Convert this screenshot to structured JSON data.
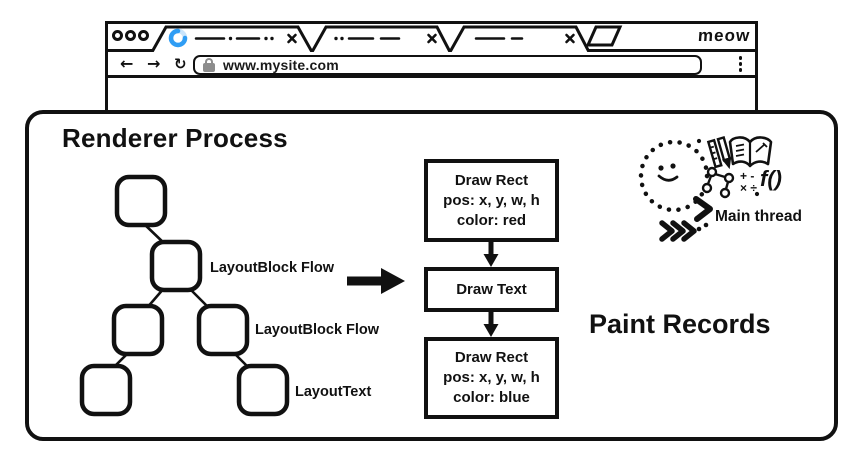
{
  "browser": {
    "meow": "meow",
    "url": "www.mysite.com",
    "icons": {
      "back": "←",
      "forward": "→",
      "reload": "↻"
    }
  },
  "renderer": {
    "title": "Renderer Process"
  },
  "layout_tree": {
    "labels": [
      "LayoutBlock Flow",
      "LayoutBlock Flow",
      "LayoutText"
    ]
  },
  "paint": {
    "heading": "Paint Records",
    "boxes": [
      {
        "lines": [
          "Draw Rect",
          "pos: x, y, w, h",
          "color: red"
        ]
      },
      {
        "lines": [
          "Draw Text"
        ]
      },
      {
        "lines": [
          "Draw Rect",
          "pos: x, y, w, h",
          "color: blue"
        ]
      }
    ]
  },
  "main_thread": {
    "label": "Main thread",
    "fn": "f()",
    "plus_minus": "+ -",
    "times_div": "× ÷"
  },
  "colors": {
    "ink": "#111111",
    "spinner_blue": "#2f9df4",
    "spinner_light": "#c9e4fb",
    "lock_gray": "#8d8d8d"
  }
}
